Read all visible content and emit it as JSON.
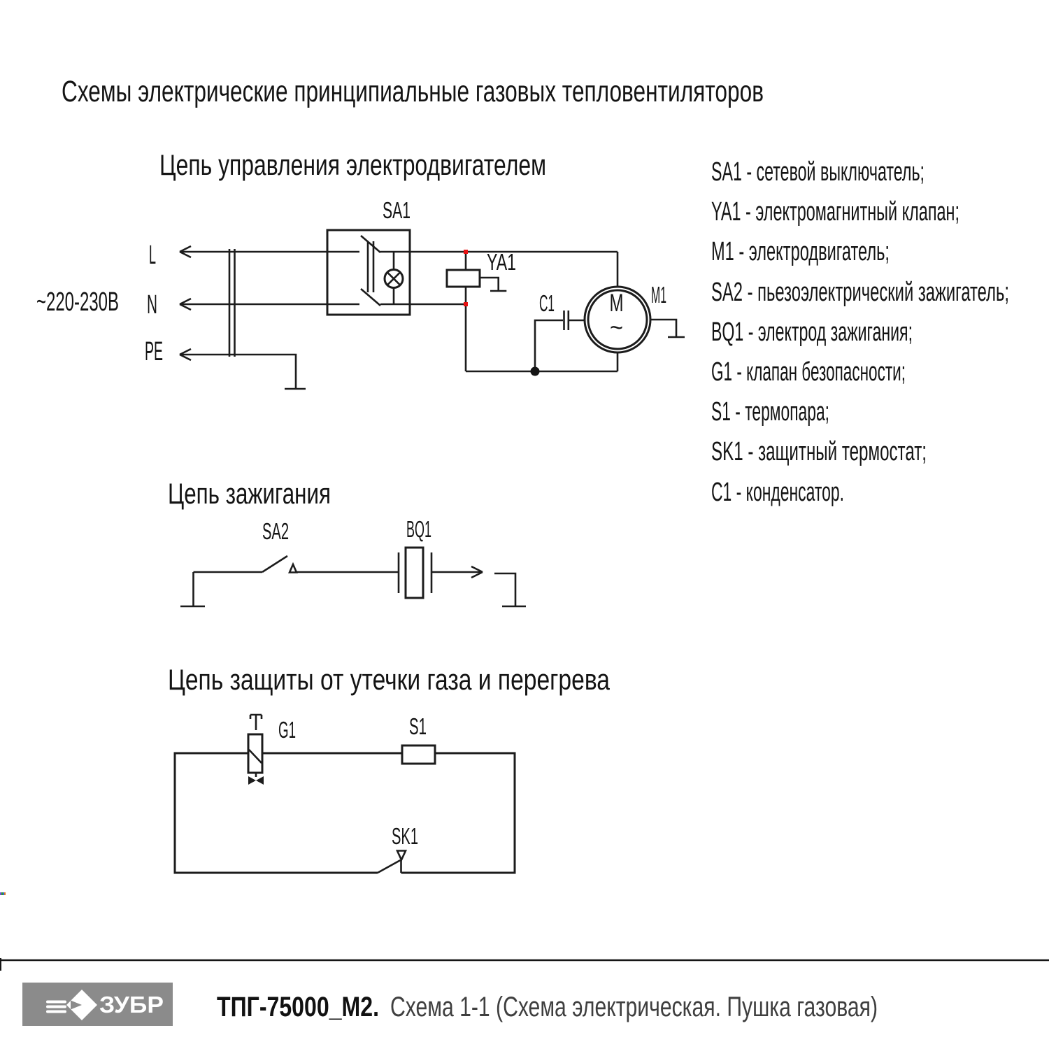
{
  "page_title": "Схемы электрические принципиальные газовых тепловентиляторов",
  "circuits": {
    "motor": {
      "title": "Цепь управления электродвигателем",
      "voltage": "~220-230В",
      "terminals": {
        "l": "L",
        "n": "N",
        "pe": "PE"
      },
      "components": {
        "sa1": "SA1",
        "ya1": "YA1",
        "c1": "C1",
        "m1": "M1",
        "motor_letter": "M",
        "motor_ac": "~"
      }
    },
    "ignition": {
      "title": "Цепь зажигания",
      "components": {
        "sa2": "SA2",
        "bq1": "BQ1"
      }
    },
    "protection": {
      "title": "Цепь защиты от утечки газа и перегрева",
      "components": {
        "g1": "G1",
        "s1": "S1",
        "sk1": "SK1"
      }
    }
  },
  "legend": {
    "items": [
      {
        "text": "SA1 - сетевой выключатель;"
      },
      {
        "text": "YA1 - электромагнитный клапан;"
      },
      {
        "text": "M1 - электродвигатель;"
      },
      {
        "text": "SA2 - пьезоэлектрический зажигатель;"
      },
      {
        "text": "BQ1 - электрод зажигания;"
      },
      {
        "text": "G1 - клапан безопасности;"
      },
      {
        "text": "S1 - термопара;"
      },
      {
        "text": "SK1 - защитный термостат;"
      },
      {
        "text": "C1 - конденсатор."
      }
    ]
  },
  "footer": {
    "brand": "ЗУБР",
    "model": "ТПГ-75000_М2.",
    "caption": "Схема 1-1 (Схема электрическая. Пушка газовая)"
  },
  "colors": {
    "junction_red": "#e81111",
    "logo_bg": "#8b8b8b",
    "caption_gray": "#3f3f3f"
  }
}
